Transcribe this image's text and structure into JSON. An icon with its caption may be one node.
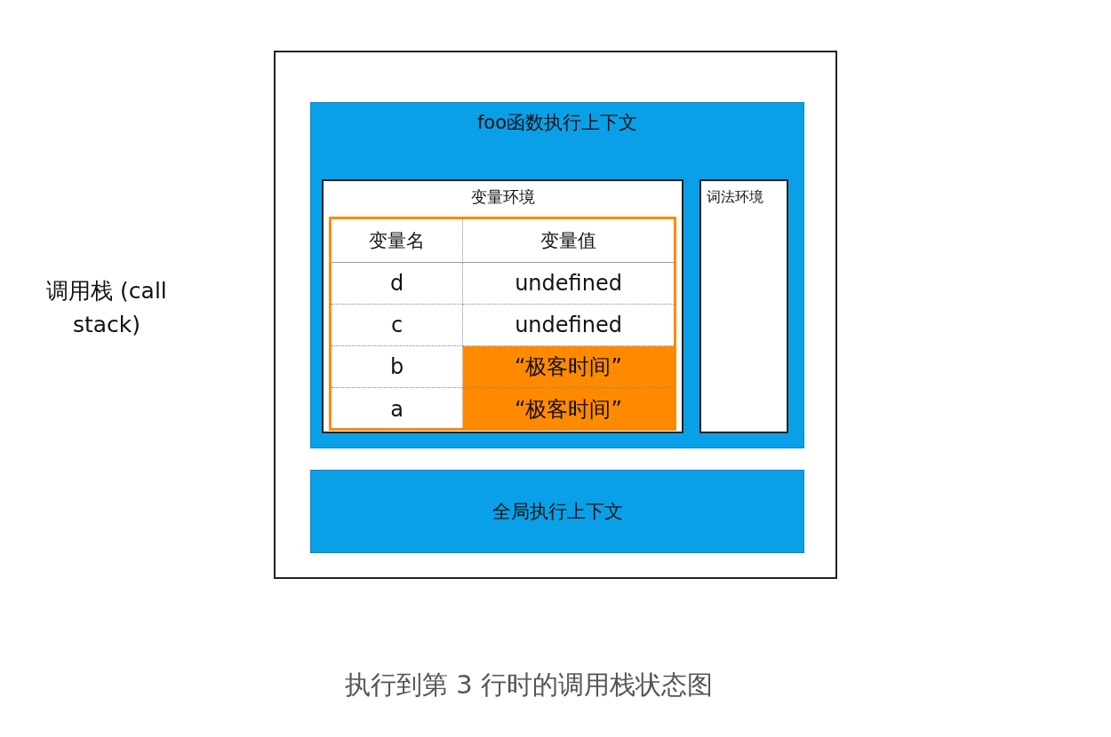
{
  "diagram": {
    "caption": "执行到第 3 行时的调用栈状态图",
    "nodes": [
      {
        "text": [
          "调用栈 (call stack)"
        ]
      },
      {
        "text": [
          "foo函数执行上下文"
        ],
        "in": 0
      },
      {
        "text": [
          "变量环境"
        ],
        "in": 1
      },
      {
        "text": [
          "词法环境"
        ],
        "in": 1
      },
      {
        "text": [
          "全局执行上下文"
        ],
        "in": 0
      }
    ],
    "labels": [
      "变量名",
      "变量值",
      "d",
      "undefined",
      "c",
      "undefined",
      "b",
      "“极客时间”",
      "a",
      "“极客时间”"
    ]
  }
}
